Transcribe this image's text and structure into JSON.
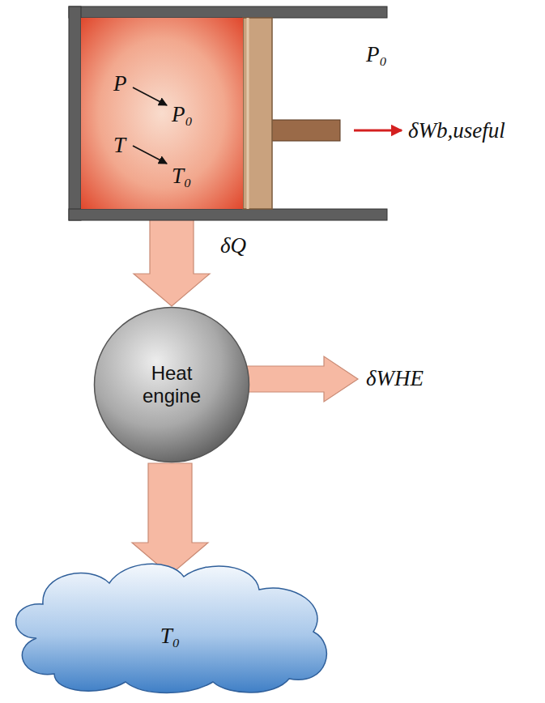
{
  "diagram": {
    "nodes": [
      {
        "text": [
          "P",
          "P₀",
          "T",
          "T₀"
        ]
      },
      {
        "text": [
          "Heat engine"
        ]
      },
      {
        "text": [
          "T₀"
        ]
      }
    ],
    "edges": [
      {
        "from": 0,
        "to": 1,
        "label": "δQ",
        "arrow": "to"
      },
      {
        "from": 1,
        "to": 2,
        "arrow": "to"
      }
    ],
    "labels": [
      "P₀",
      "δWb,useful",
      "δWHE"
    ]
  }
}
